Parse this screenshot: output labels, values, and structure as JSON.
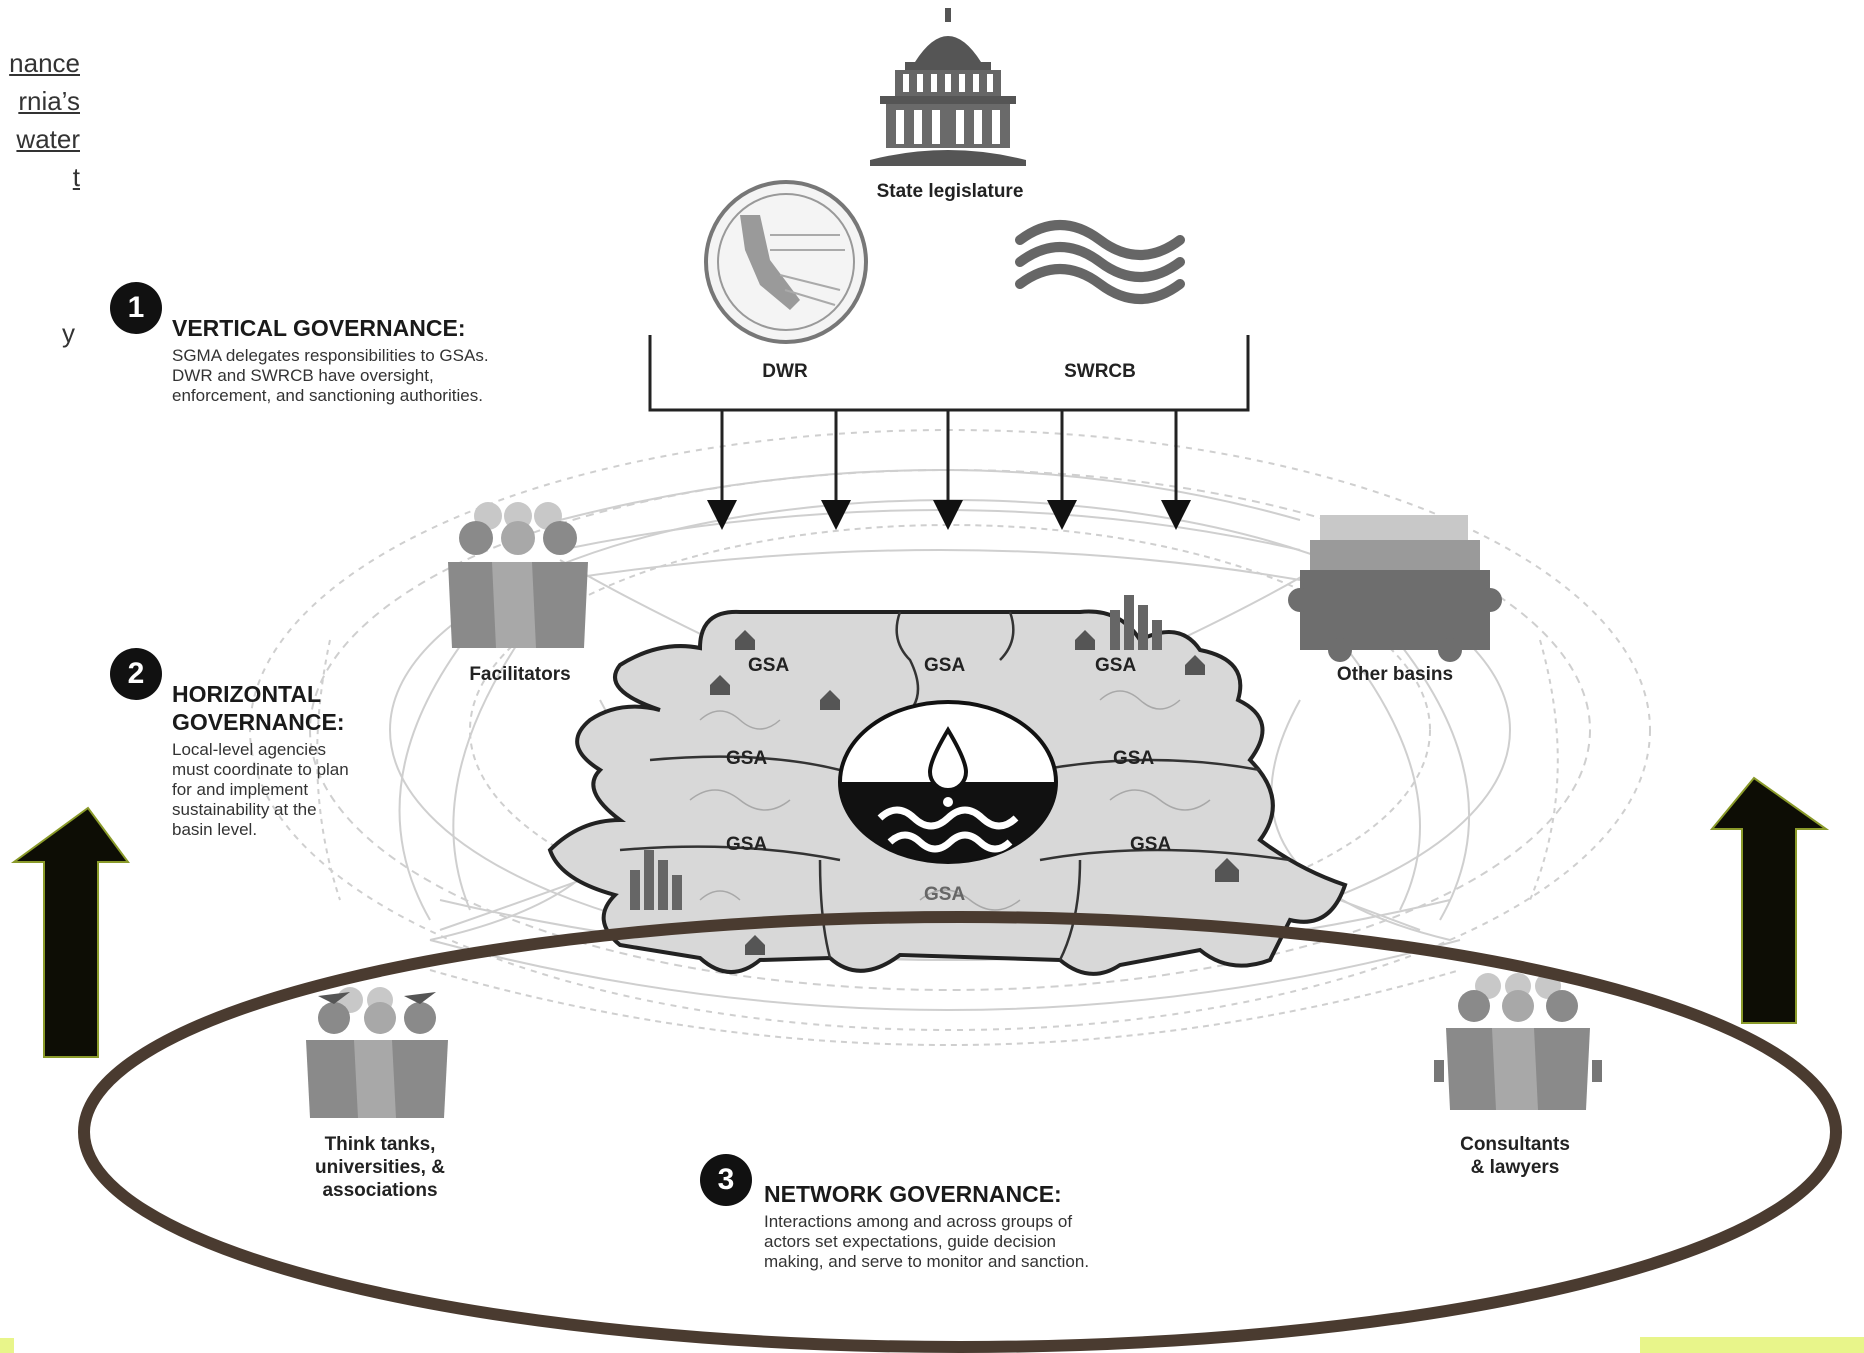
{
  "side_link": {
    "lines": [
      "nance",
      "rnia’s",
      "water",
      "t"
    ],
    "fragment": "y"
  },
  "sections": {
    "vertical": {
      "number": "1",
      "title": "VERTICAL GOVERNANCE:",
      "desc": [
        "SGMA delegates responsibilities to GSAs.",
        "DWR and SWRCB have oversight,",
        "enforcement, and sanctioning authorities."
      ]
    },
    "horizontal": {
      "number": "2",
      "title": [
        "HORIZONTAL",
        "GOVERNANCE:"
      ],
      "desc": [
        "Local-level agencies",
        "must coordinate to plan",
        "for and implement",
        "sustainability at the",
        "basin level."
      ]
    },
    "network": {
      "number": "3",
      "title": "NETWORK GOVERNANCE:",
      "desc": [
        "Interactions among and across groups of",
        "actors set expectations, guide decision",
        "making, and serve to monitor and sanction."
      ]
    }
  },
  "labels": {
    "state_legislature": "State legislature",
    "dwr": "DWR",
    "swrcb": "SWRCB",
    "facilitators": "Facilitators",
    "other_basins": "Other basins",
    "think_tanks": [
      "Think tanks,",
      "universities, &",
      "associations"
    ],
    "consultants": [
      "Consultants",
      "& lawyers"
    ]
  },
  "gsa_labels": [
    "GSA",
    "GSA",
    "GSA",
    "GSA",
    "GSA",
    "GSA",
    "GSA",
    "GSA"
  ],
  "colors": {
    "ellipse": "#4a3b30",
    "arrow_fill": "#0d0d05",
    "arrow_stroke": "#8a9a2a",
    "highlight": "#e8f58a",
    "puzzle": "#d8d8d8",
    "network_lines": "#c8c8c8",
    "people": "#8c8c8c"
  }
}
